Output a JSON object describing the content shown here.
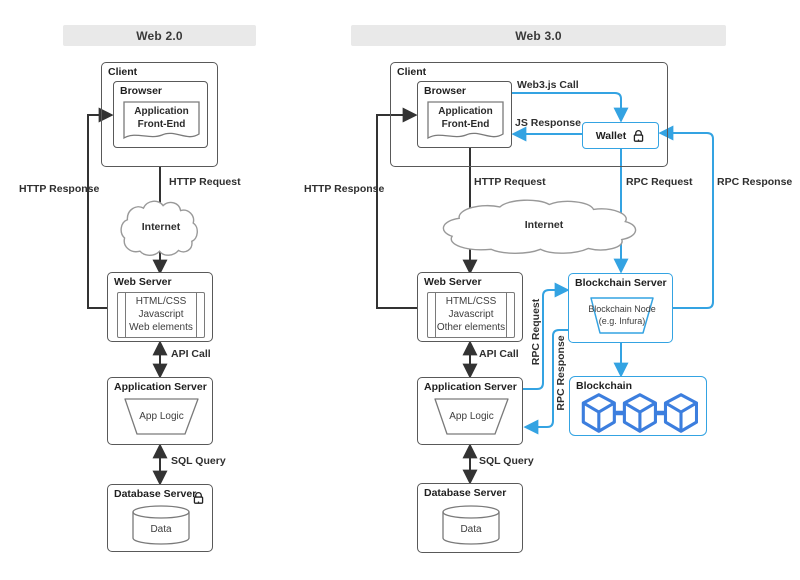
{
  "w2": {
    "title": "Web 2.0",
    "client": "Client",
    "browser": "Browser",
    "app_front_end": "Application\nFront-End",
    "http_request": "HTTP Request",
    "http_response": "HTTP Response",
    "internet": "Internet",
    "web_server": "Web Server",
    "web_server_contents": "HTML/CSS\nJavascript\nWeb elements",
    "api_call": "API Call",
    "app_server": "Application Server",
    "app_logic": "App Logic",
    "sql_query": "SQL Query",
    "database_server": "Database Server",
    "data": "Data"
  },
  "w3": {
    "title": "Web 3.0",
    "client": "Client",
    "browser": "Browser",
    "app_front_end": "Application\nFront-End",
    "wallet": "Wallet",
    "web3js_call": "Web3.js Call",
    "js_response": "JS Response",
    "http_request": "HTTP Request",
    "http_response": "HTTP Response",
    "rpc_request": "RPC Request",
    "rpc_response": "RPC Response",
    "internet": "Internet",
    "web_server": "Web Server",
    "web_server_contents": "HTML/CSS\nJavascript\nOther elements",
    "api_call": "API Call",
    "app_server": "Application Server",
    "app_logic": "App Logic",
    "sql_query": "SQL Query",
    "database_server": "Database Server",
    "data": "Data",
    "blockchain_server": "Blockchain Server",
    "blockchain_node": "Blockchain Node\n(e.g. Infura)",
    "blockchain": "Blockchain"
  },
  "icons": {
    "database_lock": "lock-icon",
    "wallet_lock": "lock-icon",
    "blockchain_chain": "cube-chain-icon",
    "internet_cloud": "cloud-shape"
  },
  "colors": {
    "accent_blue": "#34a3e2",
    "cube_blue": "#3c7ede",
    "header_bg": "#e9e9e9",
    "box_border": "#595959",
    "connector_dark": "#333333",
    "text_dark": "#2d2d2d"
  }
}
